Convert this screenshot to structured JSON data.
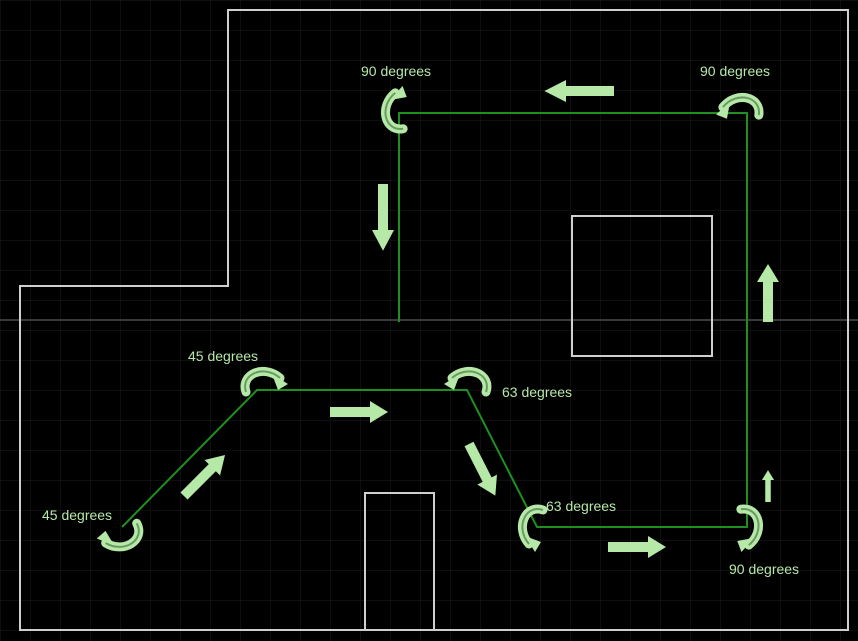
{
  "colors": {
    "background": "#000000",
    "grid": "#1b1b1b",
    "walls": "#cfcfcf",
    "path": "#1f8f1f",
    "arrow": "#b6e8a8",
    "label": "#b6e8a8"
  },
  "labels": {
    "turn_1": "45 degrees",
    "turn_2": "45 degrees",
    "turn_3": "63 degrees",
    "turn_4": "63 degrees",
    "turn_5": "90 degrees",
    "turn_6": "90 degrees",
    "turn_7": "90 degrees"
  },
  "icons": [
    "rotation-arrow-icon",
    "direction-arrow-icon"
  ]
}
